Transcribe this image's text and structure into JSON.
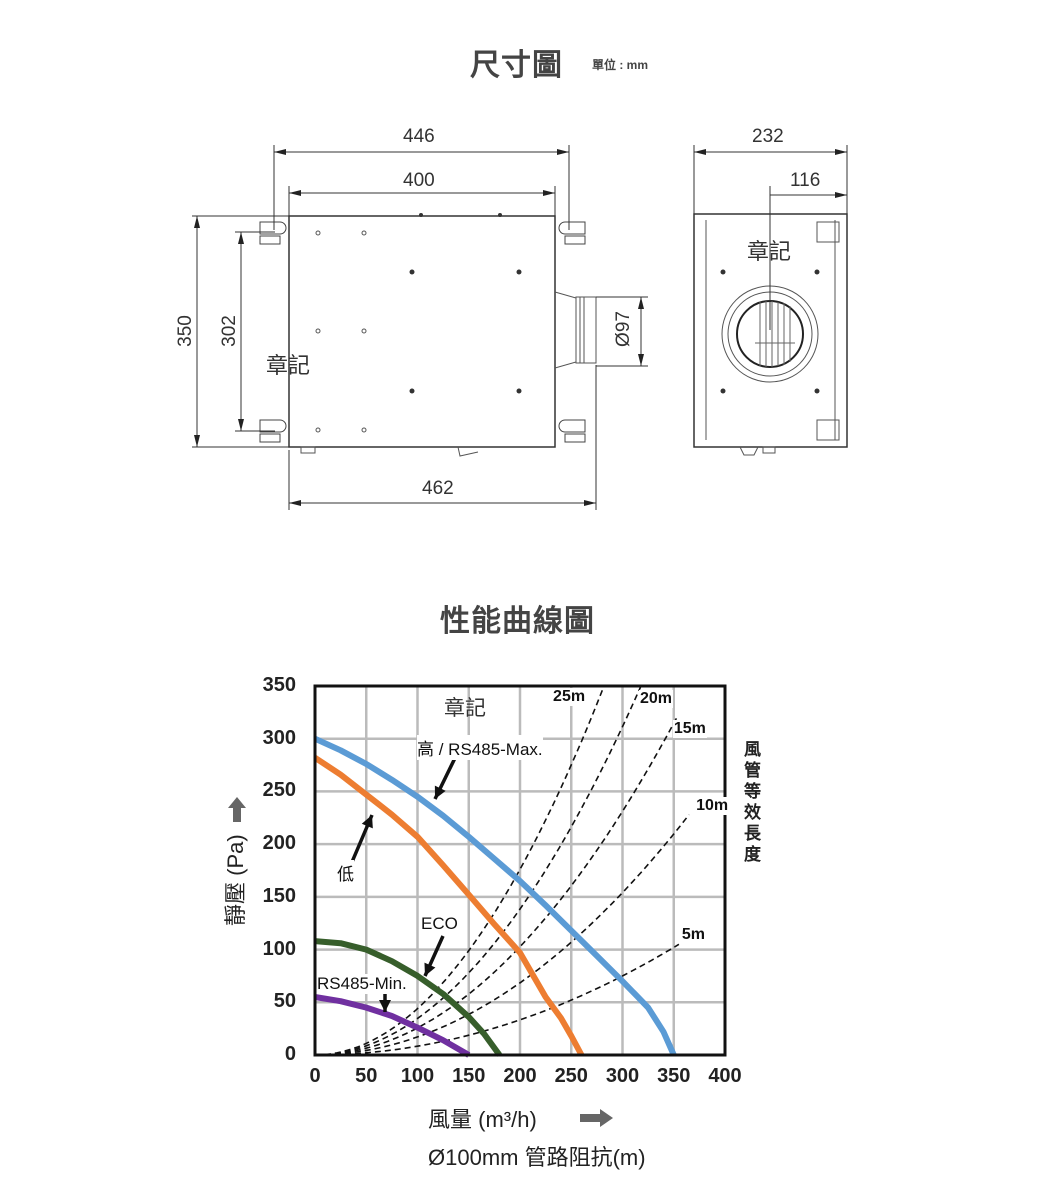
{
  "dimension_section": {
    "title": "尺寸圖",
    "unit": "單位 : mm",
    "watermark": "章記",
    "front_view": {
      "width_with_flanges": "446",
      "body_width": "400",
      "total_height": "350",
      "mount_spacing": "302",
      "total_length": "462",
      "outlet_diameter": "Ø97"
    },
    "side_view": {
      "width": "232",
      "center_offset": "116"
    }
  },
  "performance_section": {
    "title": "性能曲線圖",
    "watermark": "章記",
    "right_label": "風管等效長度",
    "annotations": {
      "high": "高 / RS485-Max.",
      "low": "低",
      "eco": "ECO",
      "min": "RS485-Min."
    }
  },
  "chart_data": {
    "type": "line",
    "title": "性能曲線圖",
    "xlabel": "風量 (m³/h)",
    "xlabel2": "Ø100mm 管路阻抗(m)",
    "ylabel": "靜壓 (Pa)",
    "xlim": [
      0,
      400
    ],
    "ylim": [
      0,
      350
    ],
    "grid": true,
    "x_ticks": [
      "0",
      "50",
      "100",
      "150",
      "200",
      "250",
      "300",
      "350",
      "400"
    ],
    "y_ticks": [
      "0",
      "50",
      "100",
      "150",
      "200",
      "250",
      "300",
      "350"
    ],
    "series": [
      {
        "name": "高 / RS485-Max.",
        "color": "#5b9bd5",
        "x": [
          0,
          25,
          50,
          75,
          100,
          125,
          150,
          175,
          200,
          225,
          250,
          275,
          300,
          325,
          340,
          350
        ],
        "y": [
          300,
          289,
          276,
          261,
          245,
          227,
          207,
          186,
          165,
          142,
          118,
          94,
          70,
          45,
          22,
          0
        ]
      },
      {
        "name": "低",
        "color": "#ed7d31",
        "x": [
          0,
          25,
          50,
          75,
          100,
          125,
          150,
          175,
          200,
          225,
          240,
          250,
          260
        ],
        "y": [
          282,
          266,
          247,
          228,
          207,
          180,
          152,
          124,
          97,
          55,
          35,
          18,
          0
        ]
      },
      {
        "name": "ECO",
        "color": "#375e2b",
        "x": [
          0,
          25,
          50,
          75,
          100,
          125,
          150,
          165,
          180
        ],
        "y": [
          108,
          106,
          100,
          89,
          75,
          58,
          36,
          20,
          0
        ]
      },
      {
        "name": "RS485-Min.",
        "color": "#7030a0",
        "x": [
          0,
          25,
          50,
          75,
          100,
          125,
          150
        ],
        "y": [
          55,
          51,
          45,
          37,
          26,
          14,
          0
        ]
      }
    ],
    "duct_curves": [
      {
        "label": "5m",
        "end": [
          355,
          105
        ]
      },
      {
        "label": "10m",
        "end": [
          365,
          228
        ]
      },
      {
        "label": "15m",
        "end": [
          353,
          320
        ]
      },
      {
        "label": "20m",
        "end": [
          318,
          350
        ]
      },
      {
        "label": "25m",
        "end": [
          282,
          350
        ]
      }
    ]
  }
}
